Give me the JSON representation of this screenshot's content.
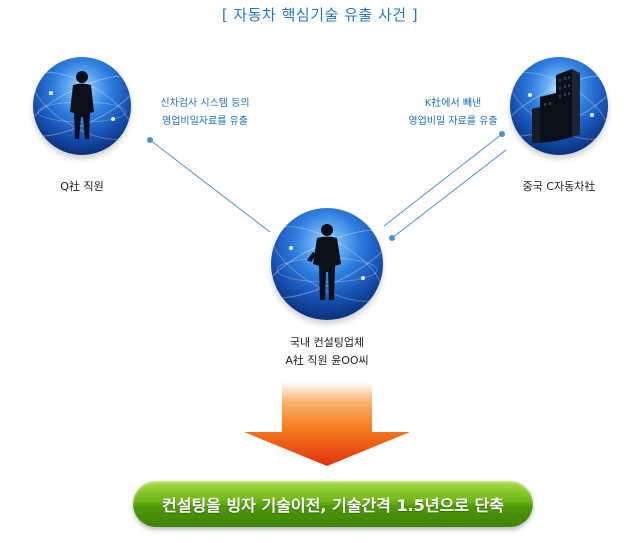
{
  "title": "[ 자동차 핵심기술 유출 사건 ]",
  "nodes": {
    "left": {
      "label": "Q社 직원"
    },
    "right": {
      "label": "중국 C자동차社"
    },
    "center": {
      "label_line1": "국내 컨설팅업체",
      "label_line2": "A社 직원 윤OO씨"
    }
  },
  "annotations": {
    "left": {
      "line1": "신차검사 시스템 등의",
      "line2": "영업비밀자료를 유출"
    },
    "right": {
      "line1": "K社에서 빼낸",
      "line2": "영업비밀 자료를 유출"
    }
  },
  "banner": {
    "text": "컨설팅을 빙자 기술이전, 기술간격 1.5년으로 단축"
  },
  "colors": {
    "title": "#1f79c9",
    "connector": "#4a90d9",
    "arrow_top": "#f57d1e",
    "arrow_bottom": "#e2300e",
    "banner": "#5fae10"
  }
}
